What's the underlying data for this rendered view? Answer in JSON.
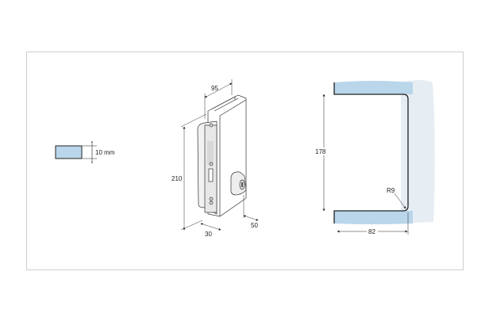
{
  "glass_detail": {
    "thickness_label": "10 mm"
  },
  "lock_drawing": {
    "width_label": "95",
    "height_label": "210",
    "depth_label": "30",
    "knob_offset_label": "50"
  },
  "profile_drawing": {
    "height_label": "178",
    "width_label": "82",
    "radius_label": "R9"
  },
  "colors": {
    "glass": "#b9d6ea",
    "frame": "#cfcfcf",
    "line": "#222222"
  }
}
